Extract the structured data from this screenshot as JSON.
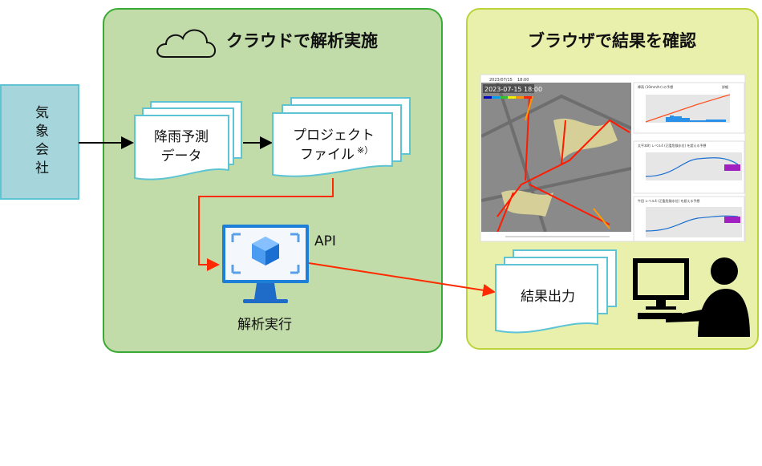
{
  "source": {
    "label": "気象会社"
  },
  "cloud_panel": {
    "title": "クラウドで解析実施",
    "rain_doc_line1": "降雨予測",
    "rain_doc_line2": "データ",
    "project_doc_line1": "プロジェクト",
    "project_doc_line2": "ファイル",
    "project_note": "※）",
    "api_label": "API",
    "exec_label": "解析実行"
  },
  "browser_panel": {
    "title": "ブラウザで結果を確認",
    "result_doc": "結果出力",
    "screenshot": {
      "date": "2023/07/15",
      "time": "18:00",
      "map_timestamp": "2023-07-15 18:00",
      "chart1_title": "降雨 (10mm/hr) の予想",
      "chart2_title": "太平本町 レベル4 (氾濫危険水位) を超える予想",
      "chart3_title": "牛田 レベル4 (氾濫危険水位) を超える予想",
      "detail_button": "詳細"
    }
  },
  "colors": {
    "cloud_fill": "#c1dca9",
    "cloud_border": "#3aa935",
    "browser_fill": "#e9f0ac",
    "browser_border": "#bcd33a",
    "source_fill": "#a6d6dc",
    "doc_border": "#5ec4d4",
    "flow_red": "#ff2a00"
  }
}
